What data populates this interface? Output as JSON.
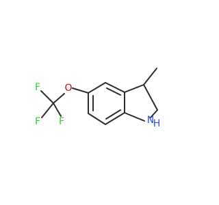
{
  "molecule": {
    "atoms": [
      {
        "id": "F1",
        "label": "F",
        "color": "#33cc33"
      },
      {
        "id": "F2",
        "label": "F",
        "color": "#33cc33"
      },
      {
        "id": "F3",
        "label": "F",
        "color": "#33cc33"
      },
      {
        "id": "O1",
        "label": "O",
        "color": "#e00000"
      },
      {
        "id": "N1",
        "label": "N",
        "color": "#3050f8"
      },
      {
        "id": "H1",
        "label": "H",
        "color": "#3050f8"
      }
    ],
    "bond_color": "#2b2b2b"
  }
}
